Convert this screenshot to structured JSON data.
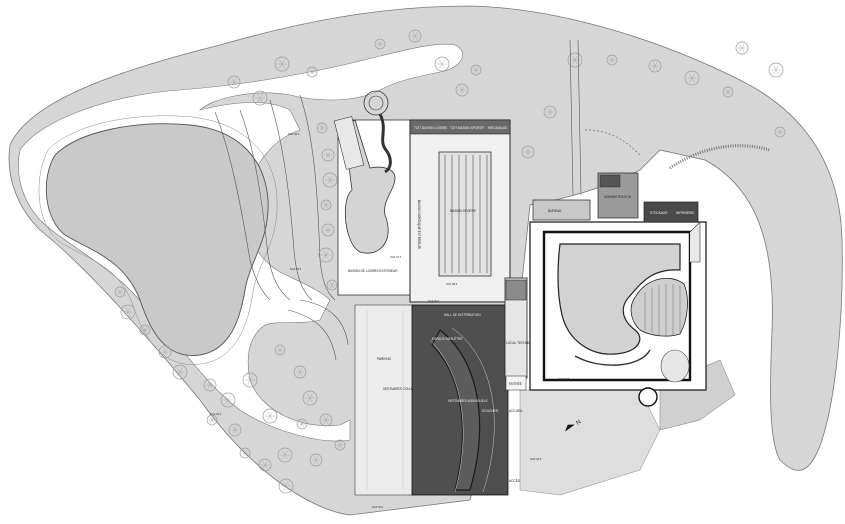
{
  "labels": {
    "bassin_loisirs": "BASSIN DE LOISIRS EXTERIEUR",
    "bassin_sportif": "BASSIN SPORTIF",
    "bassin_loisirs_ext_roof": "TOIT BASSIN LOISIRS",
    "bassin_sportif_roof": "TOIT BASSIN SPORTIF",
    "bassin_nordique": "BASSIN NORDIQUE EXTERIEUR",
    "mechanique": "MÉCANIQUE",
    "parking": "PARKING",
    "hall": "HALL DE DISTRIBUTION",
    "vestiaires": "VESTIAIRES COLLECTIFS",
    "espace_bien_etre": "ESPACE BIEN-ÊTRE",
    "vestiaires_individuels": "VESTIAIRES INDIVIDUELS",
    "douches": "DOUCHES",
    "accueil": "ACCUEIL",
    "administration": "ADMINISTRATION",
    "local_tech": "LOCAL TECHNIQUE",
    "bureau": "BUREAU",
    "infirmerie": "INFIRMERIE",
    "entree": "ENTRÉE",
    "acces": "ACCÈS",
    "stockage": "STOCKAGE"
  },
  "levels": {
    "l1": "NGF 95.5",
    "l2": "NGF 96.5",
    "l3": "NGF 98.5",
    "l4": "NGF 97.5",
    "l5": "NGF 98.5",
    "l6": "NGF 99.0",
    "l7": "NGF 96.0",
    "l8": "NGF 95.0",
    "l9": "NGF 98.0"
  },
  "north_label": "N",
  "colors": {
    "ground": "#d6d6d6",
    "building_light": "#ededed",
    "building_dark": "#4f4f4f",
    "roof_dark": "#6a6a6a",
    "road": "#ffffff"
  }
}
